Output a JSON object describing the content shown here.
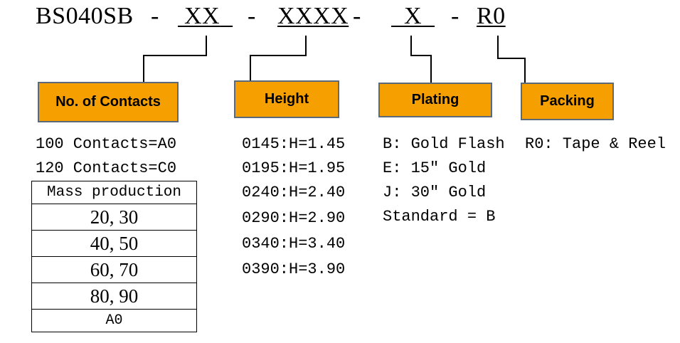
{
  "part_code": {
    "prefix": "BS040SB",
    "sep": "-",
    "contacts_code": "XX",
    "height_code": "XXXX",
    "plating_code": "X",
    "packing_code": "R0"
  },
  "boxes": {
    "contacts": "No. of Contacts",
    "height": "Height",
    "plating": "Plating",
    "packing": "Packing"
  },
  "contacts_items": [
    "100 Contacts=A0",
    "120 Contacts=C0"
  ],
  "mass_production": {
    "header": "Mass production",
    "rows": [
      "20, 30",
      "40, 50",
      "60, 70",
      "80, 90"
    ],
    "footer": "A0"
  },
  "height_items": [
    "0145:H=1.45",
    "0195:H=1.95",
    "0240:H=2.40",
    "0290:H=2.90",
    "0340:H=3.40",
    "0390:H=3.90"
  ],
  "plating_items": [
    "B: Gold Flash",
    "E: 15″ Gold",
    "J: 30″ Gold",
    "Standard = B"
  ],
  "packing_items": [
    "R0: Tape & Reel"
  ],
  "colors": {
    "box_fill": "#f5a000",
    "box_border": "#5a6a7a"
  }
}
